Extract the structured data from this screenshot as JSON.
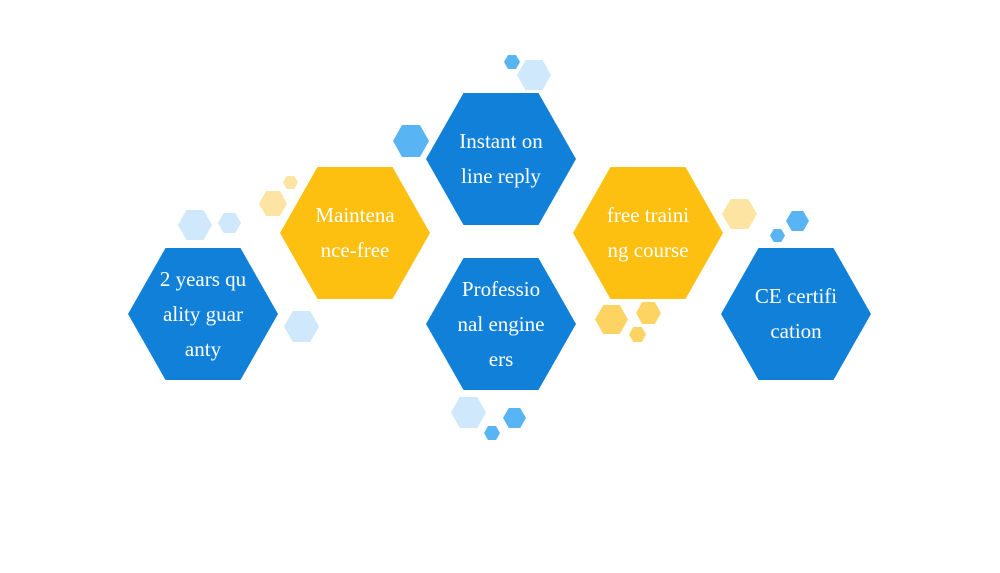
{
  "hexagons": {
    "quality": "2 years quality guaranty",
    "maintenance": "Maintenance-free",
    "reply": "Instant online reply",
    "engineers": "Professional engineers",
    "training": "free training course",
    "certification": "CE certification"
  },
  "colors": {
    "primary_blue": "#1080d8",
    "primary_gold": "#fdbf10",
    "light_blue": "#cfe8fb",
    "mid_blue": "#59b4f3",
    "light_gold": "#fde4a3"
  }
}
